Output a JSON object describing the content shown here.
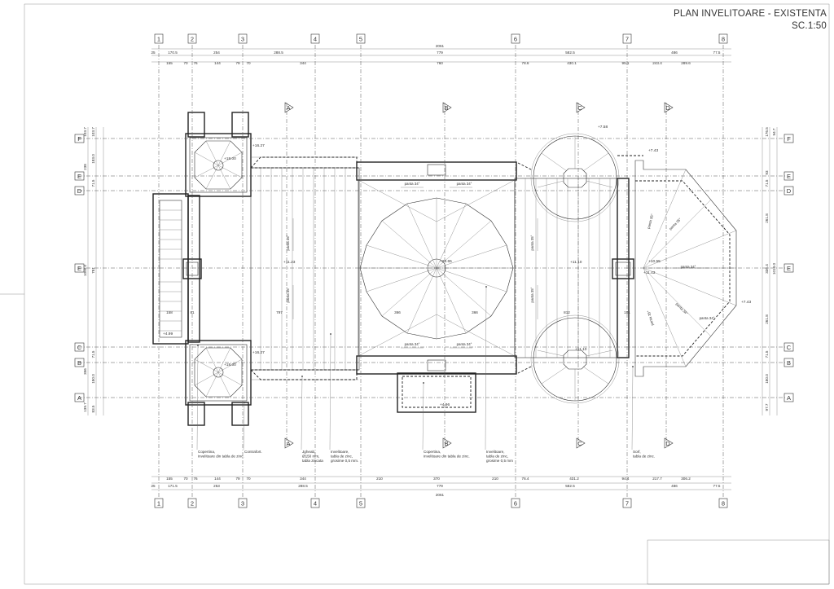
{
  "title": {
    "line1": "PLAN INVELITOARE - EXISTENTA",
    "line2": "SC.1:50"
  },
  "axes_numeric": [
    "1",
    "2",
    "3",
    "4",
    "5",
    "6",
    "7",
    "8"
  ],
  "axes_alpha": [
    "F",
    "E",
    "D",
    "E",
    "C",
    "B",
    "A"
  ],
  "section_marks": [
    "A",
    "B",
    "C",
    "D"
  ],
  "dims_top_total": "2061",
  "dims_top_row1": [
    "25",
    "170.5",
    "254",
    "288.5",
    "779",
    "582.5",
    "486",
    "77.5"
  ],
  "dims_top_row2": [
    "155",
    "70",
    "76",
    "144",
    "79",
    "70",
    "344",
    "760",
    "78.6",
    "430.1",
    "95.1",
    "243.4",
    "289.6"
  ],
  "dims_bottom_row1": [
    "155",
    "70",
    "76",
    "144",
    "79",
    "70",
    "344",
    "210",
    "370",
    "210",
    "76.4",
    "431.2",
    "94.4",
    "217.7",
    "306.2"
  ],
  "dims_bottom_row2": [
    "25",
    "171.5",
    "253",
    "288.5",
    "779",
    "582.5",
    "486",
    "77.5"
  ],
  "dims_bottom_total": "2061",
  "dims_left_outer": [
    "103.7",
    "238",
    "1000.0",
    "356",
    "139.7"
  ],
  "dims_left_inner": [
    "103.7",
    "183.0",
    "71.5",
    "781",
    "71.5",
    "180.0",
    "83.5"
  ],
  "dims_right_inner": [
    "176.5",
    "93",
    "71.5",
    "261.8",
    "336.4",
    "261.8",
    "71.5",
    "180.0",
    "97.7"
  ],
  "dims_right_outer": [
    "94.7",
    "1013.0"
  ],
  "levels": [
    "+16.27",
    "+18.00",
    "+16.27",
    "+18.00",
    "+11.23",
    "+22.65",
    "+11.10",
    "+7.58",
    "+7.43",
    "+10.55",
    "+11.43",
    "+7.43",
    "+11.10",
    "+4.99",
    "+4.96"
  ],
  "slopes": [
    "panta 34°",
    "panta 34°",
    "panta 34°",
    "panta 34°",
    "panta 35°",
    "panta 35°",
    "panta 35°",
    "panta 35°",
    "panta 35°",
    "panta 35°",
    "panta 35°",
    "panta 34°",
    "panta 34°",
    "panta 34°"
  ],
  "room_numbers": [
    "158",
    "81",
    "797",
    "366",
    "366",
    "812",
    "181"
  ],
  "annotations": [
    "Copertina,\ninvelitoare din tabla de zinc.",
    "Contrafort.",
    "Jgheab,\nØ150 mm,\ntabla zincata",
    "Invelitoare,\ntabla de zinc,\ngrosime 0,5 mm.",
    "Copertina,\ninvelitoare din tabla de zinc.",
    "Invelitoare,\ntabla de zinc,\ngrosime 0,5 mm",
    "Sorf,\ntabla de zinc."
  ]
}
